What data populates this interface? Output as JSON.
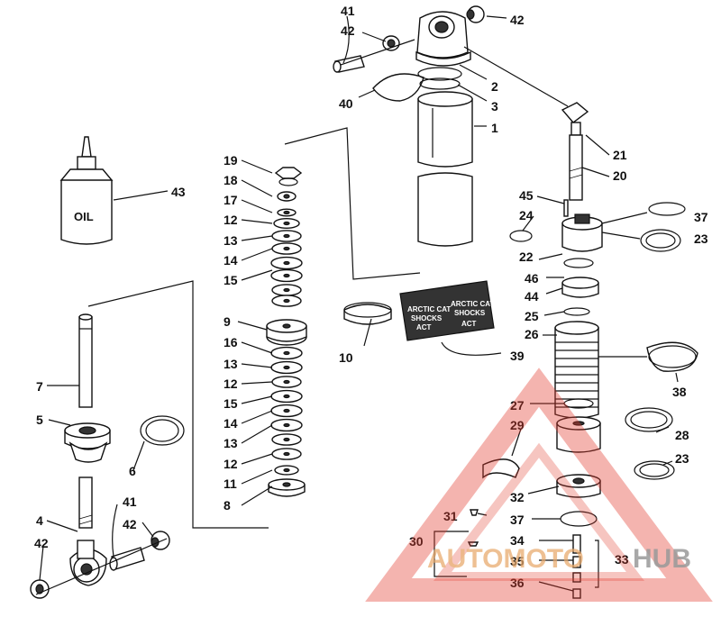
{
  "diagram": {
    "labels": [
      {
        "id": "41",
        "text": "41"
      },
      {
        "id": "42a",
        "text": "42"
      },
      {
        "id": "42b",
        "text": "42"
      },
      {
        "id": "2",
        "text": "2"
      },
      {
        "id": "40",
        "text": "40"
      },
      {
        "id": "3",
        "text": "3"
      },
      {
        "id": "1",
        "text": "1"
      },
      {
        "id": "21",
        "text": "21"
      },
      {
        "id": "20",
        "text": "20"
      },
      {
        "id": "43",
        "text": "43"
      },
      {
        "id": "19",
        "text": "19"
      },
      {
        "id": "18",
        "text": "18"
      },
      {
        "id": "17",
        "text": "17"
      },
      {
        "id": "12a",
        "text": "12"
      },
      {
        "id": "13a",
        "text": "13"
      },
      {
        "id": "14a",
        "text": "14"
      },
      {
        "id": "15a",
        "text": "15"
      },
      {
        "id": "9",
        "text": "9"
      },
      {
        "id": "10",
        "text": "10"
      },
      {
        "id": "16",
        "text": "16"
      },
      {
        "id": "13b",
        "text": "13"
      },
      {
        "id": "12b",
        "text": "12"
      },
      {
        "id": "15b",
        "text": "15"
      },
      {
        "id": "14b",
        "text": "14"
      },
      {
        "id": "13c",
        "text": "13"
      },
      {
        "id": "12c",
        "text": "12"
      },
      {
        "id": "11",
        "text": "11"
      },
      {
        "id": "8",
        "text": "8"
      },
      {
        "id": "7",
        "text": "7"
      },
      {
        "id": "5",
        "text": "5"
      },
      {
        "id": "6",
        "text": "6"
      },
      {
        "id": "4",
        "text": "4"
      },
      {
        "id": "41b",
        "text": "41"
      },
      {
        "id": "42c",
        "text": "42"
      },
      {
        "id": "42d",
        "text": "42"
      },
      {
        "id": "45",
        "text": "45"
      },
      {
        "id": "24",
        "text": "24"
      },
      {
        "id": "37a",
        "text": "37"
      },
      {
        "id": "23a",
        "text": "23"
      },
      {
        "id": "22",
        "text": "22"
      },
      {
        "id": "46",
        "text": "46"
      },
      {
        "id": "44",
        "text": "44"
      },
      {
        "id": "25",
        "text": "25"
      },
      {
        "id": "26",
        "text": "26"
      },
      {
        "id": "39",
        "text": "39"
      },
      {
        "id": "38",
        "text": "38"
      },
      {
        "id": "27",
        "text": "27"
      },
      {
        "id": "29",
        "text": "29"
      },
      {
        "id": "28",
        "text": "28"
      },
      {
        "id": "23b",
        "text": "23"
      },
      {
        "id": "31",
        "text": "31"
      },
      {
        "id": "32",
        "text": "32"
      },
      {
        "id": "37b",
        "text": "37"
      },
      {
        "id": "30",
        "text": "30"
      },
      {
        "id": "34",
        "text": "34"
      },
      {
        "id": "35",
        "text": "35"
      },
      {
        "id": "33",
        "text": "33"
      },
      {
        "id": "36",
        "text": "36"
      }
    ],
    "oil_label": "OIL",
    "decal_text_1": "ARCTIC CAT",
    "decal_text_2": "SHOCKS",
    "decal_text_3": "ACT",
    "watermark_a": "AUTOMOTO",
    "watermark_b": "HUB",
    "accent_color": "#e23b2e"
  }
}
